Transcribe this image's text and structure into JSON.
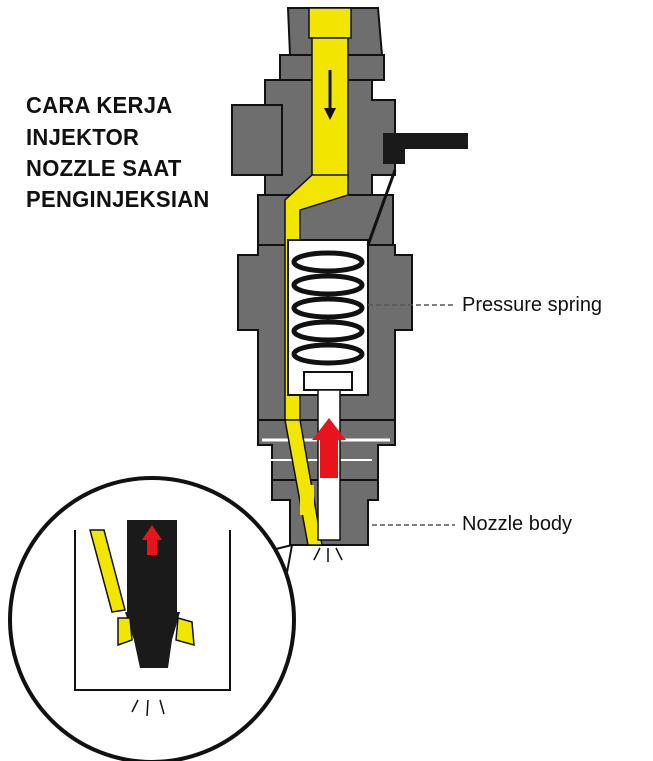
{
  "title_lines": [
    "CARA KERJA",
    "INJEKTOR",
    "NOZZLE SAAT",
    "PENGINJEKSIAN"
  ],
  "labels": {
    "pressure_spring": "Pressure spring",
    "nozzle_body": "Nozzle body"
  },
  "colors": {
    "body": "#6e6e6e",
    "body_dark": "#4a4a4a",
    "fuel": "#f2e600",
    "arrow": "#e8141b",
    "outline": "#111111",
    "background": "#ffffff"
  },
  "icons": {
    "flow_arrow": "red-up-arrow-icon",
    "fuel_down": "down-arrow-icon"
  }
}
